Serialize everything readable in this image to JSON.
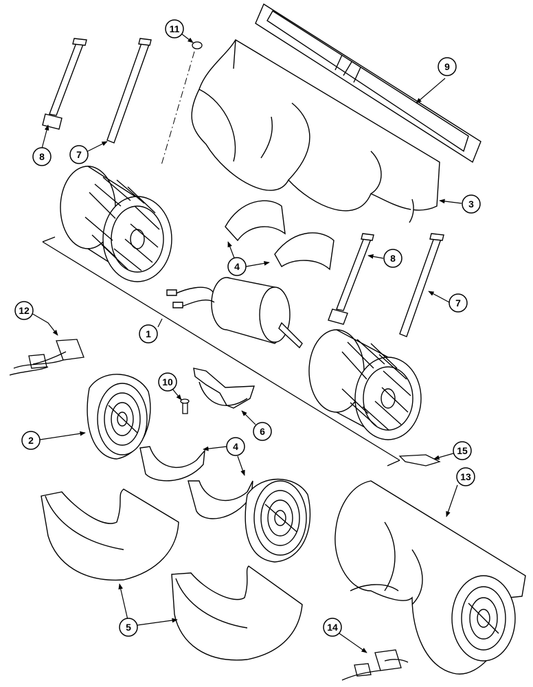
{
  "diagram": {
    "callouts": [
      {
        "id": "c1",
        "label": "1"
      },
      {
        "id": "c2",
        "label": "2"
      },
      {
        "id": "c3",
        "label": "3"
      },
      {
        "id": "c4a",
        "label": "4"
      },
      {
        "id": "c4b",
        "label": "4"
      },
      {
        "id": "c5",
        "label": "5"
      },
      {
        "id": "c6",
        "label": "6"
      },
      {
        "id": "c7a",
        "label": "7"
      },
      {
        "id": "c7b",
        "label": "7"
      },
      {
        "id": "c8a",
        "label": "8"
      },
      {
        "id": "c8b",
        "label": "8"
      },
      {
        "id": "c9",
        "label": "9"
      },
      {
        "id": "c10",
        "label": "10"
      },
      {
        "id": "c11",
        "label": "11"
      },
      {
        "id": "c12",
        "label": "12"
      },
      {
        "id": "c13",
        "label": "13"
      },
      {
        "id": "c14",
        "label": "14"
      },
      {
        "id": "c15",
        "label": "15"
      }
    ]
  }
}
